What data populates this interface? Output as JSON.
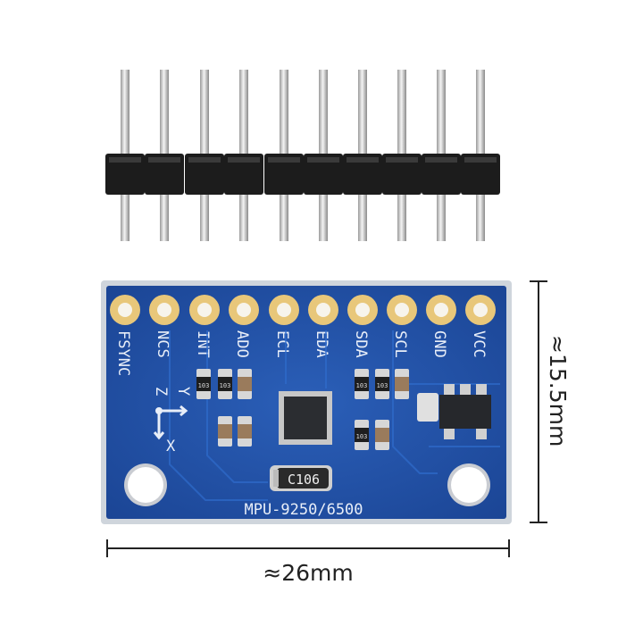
{
  "board": {
    "model_label": "MPU-9250/6500",
    "pin_labels": [
      "FSYNC",
      "NCS",
      "INT",
      "ADO",
      "ECL",
      "EDA",
      "SDA",
      "SCL",
      "GND",
      "VCC"
    ],
    "capacitor_label": "C106",
    "resistor_labels": [
      "103",
      "103",
      "103",
      "103",
      "103"
    ],
    "axis_labels": {
      "z": "Z",
      "y": "Y",
      "x": "X"
    },
    "colors": {
      "pcb": "#1f4fa6",
      "pad": "#e8c77a",
      "header": "#1c1c1c",
      "pin": "#d8d8d8"
    }
  },
  "dimensions": {
    "height_label": "≈15.5mm",
    "width_label": "≈26mm"
  }
}
